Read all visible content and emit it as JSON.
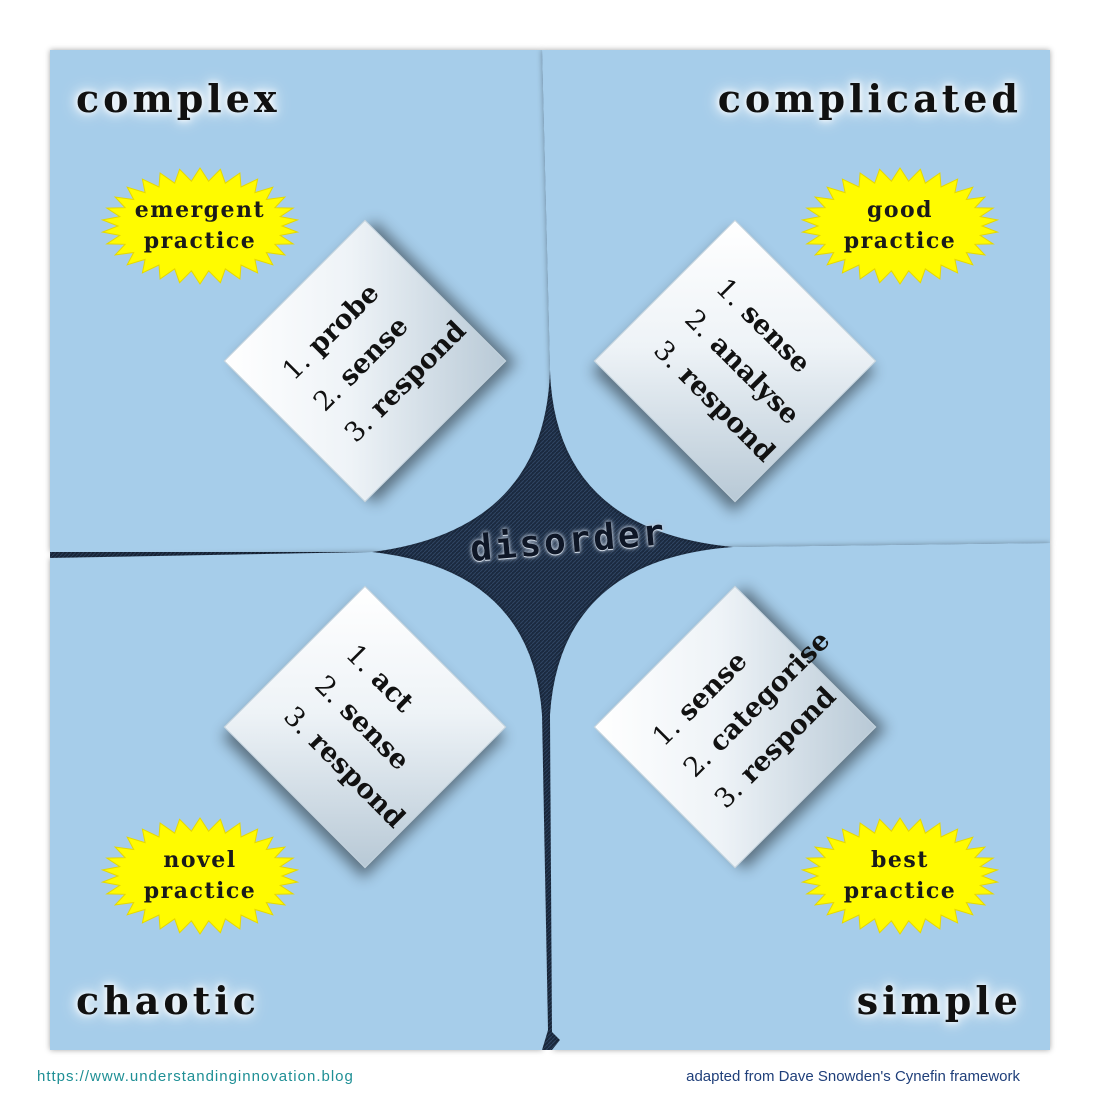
{
  "colors": {
    "quadrant": "#a6cdea",
    "disorder": "#1b2a40",
    "starburst": "#fffb00",
    "url_text": "#1e8f95",
    "credit_text": "#1f3f7a"
  },
  "center_label": "disorder",
  "domains": {
    "complex": {
      "title": "complex",
      "practice": [
        "emergent",
        "practice"
      ],
      "steps": [
        {
          "num": "1.",
          "word": "probe"
        },
        {
          "num": "2.",
          "word": "sense"
        },
        {
          "num": "3.",
          "word": "respond"
        }
      ]
    },
    "complicated": {
      "title": "complicated",
      "practice": [
        "good",
        "practice"
      ],
      "steps": [
        {
          "num": "1.",
          "word": "sense"
        },
        {
          "num": "2.",
          "word": "analyse"
        },
        {
          "num": "3.",
          "word": "respond"
        }
      ]
    },
    "chaotic": {
      "title": "chaotic",
      "practice": [
        "novel",
        "practice"
      ],
      "steps": [
        {
          "num": "1.",
          "word": "act"
        },
        {
          "num": "2.",
          "word": "sense"
        },
        {
          "num": "3.",
          "word": "respond"
        }
      ]
    },
    "simple": {
      "title": "simple",
      "practice": [
        "best",
        "practice"
      ],
      "steps": [
        {
          "num": "1.",
          "word": "sense"
        },
        {
          "num": "2.",
          "word": "categorise"
        },
        {
          "num": "3.",
          "word": "respond"
        }
      ]
    }
  },
  "footer": {
    "url": "https://www.understandinginnovation.blog",
    "credit": "adapted from Dave Snowden's Cynefin framework"
  }
}
